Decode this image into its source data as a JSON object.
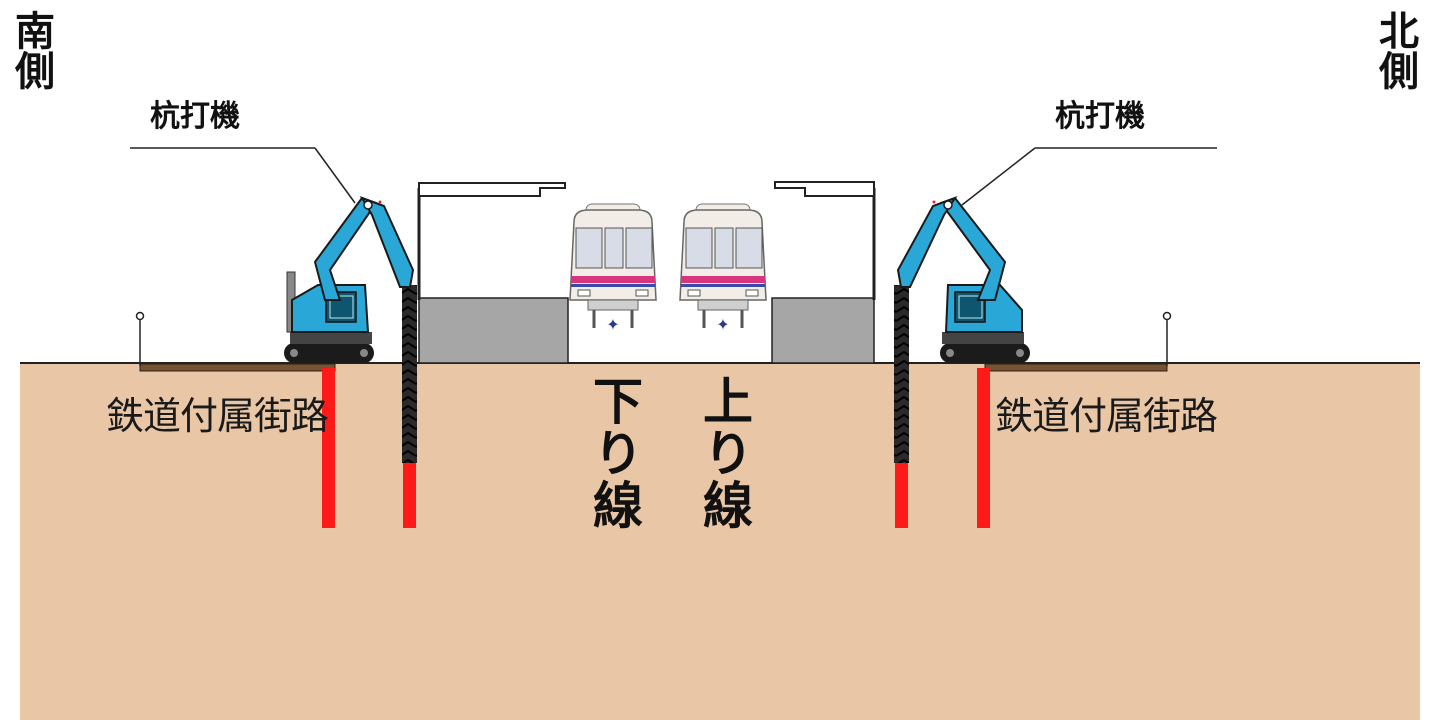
{
  "labels": {
    "south": "南側",
    "north": "北側",
    "rig_left": "杭打機",
    "rig_right": "杭打機",
    "road_left": "鉄道付属街路",
    "road_right": "鉄道付属街路",
    "track_down": "下り線",
    "track_up": "上り線"
  },
  "colors": {
    "ground": "#E9C6A6",
    "road": "#7A5230",
    "pile": "#FF1A1A",
    "platform": "#A6A6A6",
    "machine": "#29A8D8",
    "machine_dark": "#1B1B1B",
    "train_body": "#F2EDE6",
    "train_stripe": "#D7357E"
  }
}
